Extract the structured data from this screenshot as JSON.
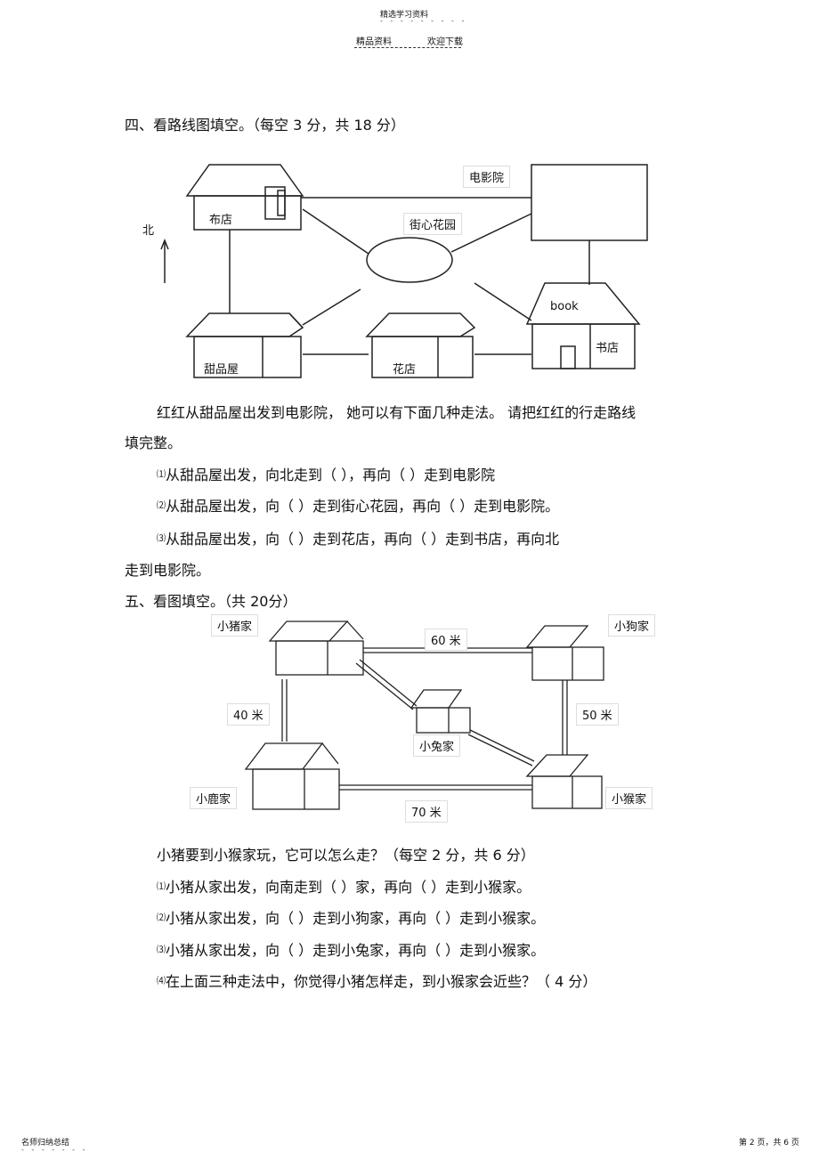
{
  "header": {
    "top": "精选学习资料",
    "dots": "- - - - - - - - -",
    "left": "精品资料",
    "right": "欢迎下载"
  },
  "q4": {
    "title": "四、看路线图填空。（每空  3 分，共  18 分）",
    "map": {
      "north": "北",
      "cloth_shop": "布店",
      "cinema": "电影院",
      "garden": "街心花园",
      "sweet_shop": "甜品屋",
      "flower_shop": "花店",
      "book_sign": "book",
      "bookstore": "书店"
    },
    "intro1": "红红从甜品屋出发到电影院，  她可以有下面几种走法。  请把红红的行走路线",
    "intro2": "填完整。",
    "items": [
      {
        "num": "⑴",
        "text": "从甜品屋出发，向北走到（              ），再向（             ）走到电影院"
      },
      {
        "num": "⑵",
        "text": "从甜品屋出发，向（           ）走到街心花园，再向（           ）走到电影院。"
      },
      {
        "num": "⑶",
        "text": "从甜品屋出发，向（           ）走到花店，再向（             ）走到书店，再向北"
      }
    ],
    "item3_cont": "走到电影院。"
  },
  "q5": {
    "title": "五、看图填空。（共 20分）",
    "map": {
      "pig": "小猪家",
      "dog": "小狗家",
      "rabbit": "小兔家",
      "deer": "小鹿家",
      "monkey": "小猴家",
      "d60": "60 米",
      "d40": "40 米",
      "d50": "50 米",
      "d70": "70 米"
    },
    "intro": "小猪要到小猴家玩，它可以怎么走？（每空     2 分，共 6 分）",
    "items": [
      {
        "num": "⑴",
        "text": "小猪从家出发，向南走到（              ）家，再向（             ）走到小猴家。"
      },
      {
        "num": "⑵",
        "text": "小猪从家出发，向（           ）走到小狗家，再向（             ）走到小猴家。"
      },
      {
        "num": "⑶",
        "text": "小猪从家出发，向（           ）走到小兔家，再向（             ）走到小猴家。"
      },
      {
        "num": "⑷",
        "text": "在上面三种走法中，你觉得小猪怎样走，到小猴家会近些？（       4 分）"
      }
    ]
  },
  "footer": {
    "left": "名师归纳总结",
    "left_dots": "- - - - - - -",
    "right": "第 2 页，共 6 页"
  }
}
